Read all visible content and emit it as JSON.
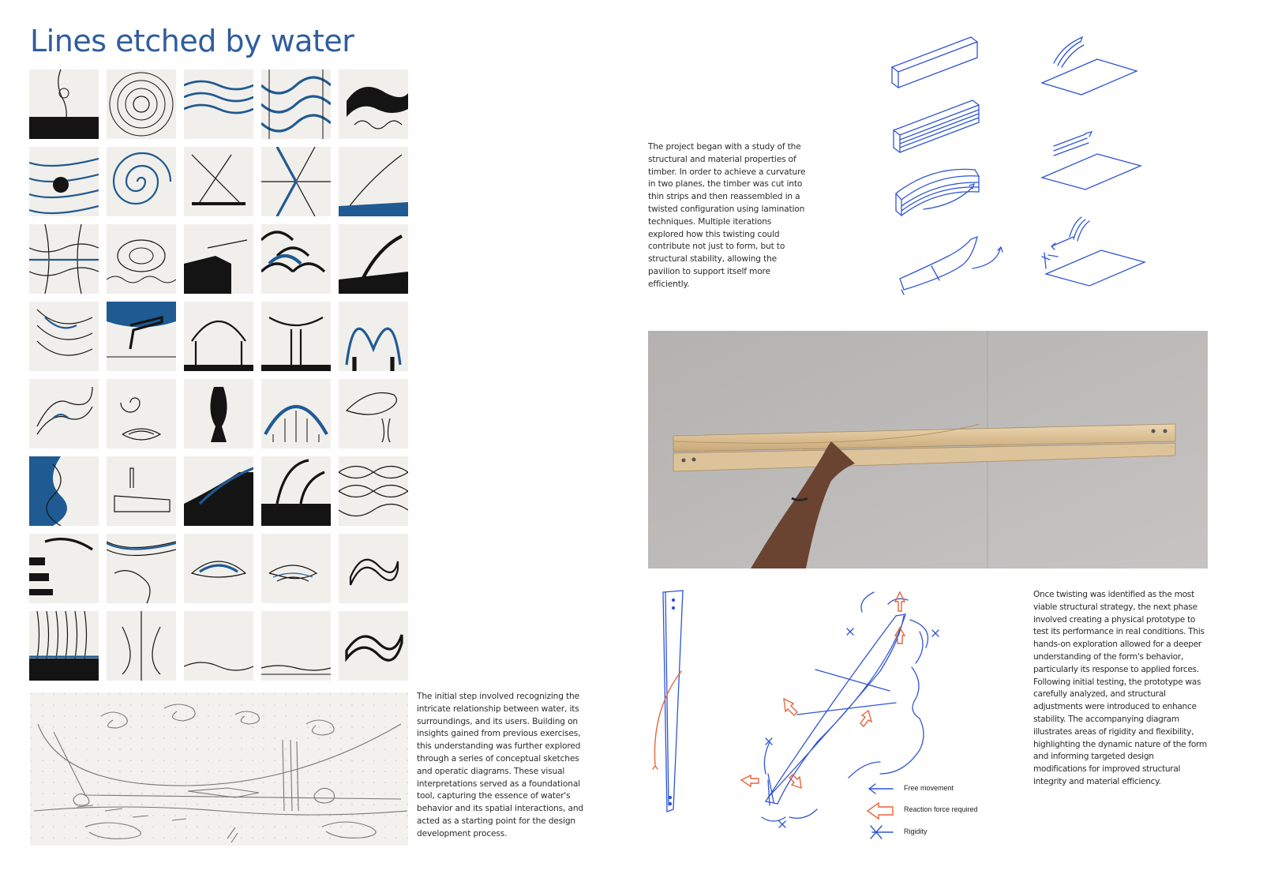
{
  "title": "Lines etched by water",
  "text_blocks": {
    "timber_study": "The project began with a study of the structural and material properties of timber. In order to achieve a curvature in two planes, the timber was cut into thin strips and then reassembled in a twisted configuration using lamination techniques. Multiple iterations explored how this twisting could contribute not just to form, but to structural stability, allowing the pavilion to support itself more efficiently.",
    "initial_step": "The initial step involved recognizing the intricate relationship between water, its surroundings, and its users. Building on insights gained from previous exercises, this understanding was further explored through a series of conceptual sketches and operatic diagrams. These visual interpretations served as a foundational tool, capturing the essence of water's behavior and its spatial interactions, and acted as a starting point for the design development process.",
    "twisting": "Once twisting was identified as the most viable structural strategy, the next phase involved creating a physical prototype to test its performance in real conditions. This hands-on exploration allowed for a deeper understanding of the form's behavior, particularly its response to applied forces. Following initial testing, the prototype was carefully analyzed, and structural adjustments were introduced to enhance stability. The accompanying diagram illustrates areas of rigidity and flexibility, highlighting the dynamic nature of the form and informing targeted design modifications for improved structural integrity and material efficiency."
  },
  "legend": {
    "free_movement": "Free movement",
    "reaction_force": "Reaction force required",
    "rigidity": "Rigidity"
  },
  "colors": {
    "title": "#2f5d9e",
    "sketch_blue": "#2f55d4",
    "sketch_orange": "#e8643a",
    "ink_blue": "#1f5a93",
    "ink_black": "#141414"
  }
}
